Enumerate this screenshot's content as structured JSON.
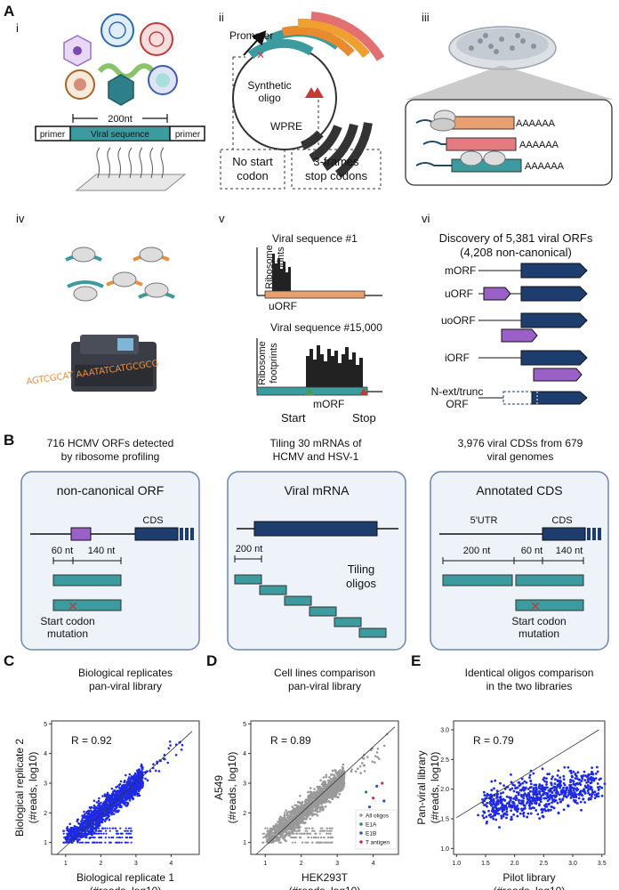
{
  "panelA": {
    "letter": "A",
    "sub": [
      "i",
      "ii",
      "iii",
      "iv",
      "v",
      "vi"
    ],
    "i": {
      "length": "200nt",
      "primer_left": "primer",
      "viral_sequence": "Viral sequence",
      "primer_right": "primer"
    },
    "ii": {
      "promoter": "Promoter",
      "synthetic_oligo": "Synthetic oligo",
      "wpre": "WPRE",
      "no_start": "No start codon",
      "stop_codons": "3-frames stop codons"
    },
    "iii": {
      "polyA": "AAAAAA"
    },
    "iv": {
      "dna_text": "AGTCGCAT AAATATCATGCGCG"
    },
    "v": {
      "seq1": "Viral sequence #1",
      "ylabel": "Ribosome footprints",
      "uorf": "uORF",
      "seq2": "Viral sequence #15,000",
      "morf": "mORF",
      "start": "Start",
      "stop": "Stop"
    },
    "vi": {
      "title_line1": "Discovery of 5,381 viral ORFs",
      "title_line2": "(4,208 non-canonical)",
      "orfs": [
        "mORF",
        "uORF",
        "uoORF",
        "iORF",
        "N-ext/trunc ORF"
      ]
    }
  },
  "panelB": {
    "letter": "B",
    "col1_header": [
      "716 HCMV ORFs detected",
      "by ribosome profiling"
    ],
    "col2_header": [
      "Tiling 30 mRNAs of",
      "HCMV and HSV-1"
    ],
    "col3_header": [
      "3,976 viral CDSs from 679",
      "viral genomes"
    ],
    "box1": {
      "title": "non-canonical ORF",
      "cds": "CDS",
      "nt60": "60 nt",
      "nt140": "140 nt",
      "mutation": [
        "Start codon",
        "mutation"
      ]
    },
    "box2": {
      "title": "Viral mRNA",
      "nt200": "200 nt",
      "tiling": [
        "Tiling",
        "oligos"
      ]
    },
    "box3": {
      "title": "Annotated CDS",
      "utr": "5'UTR",
      "cds": "CDS",
      "nt200": "200 nt",
      "nt60": "60 nt",
      "nt140": "140 nt",
      "mutation": [
        "Start codon",
        "mutation"
      ]
    }
  },
  "chart_data": [
    {
      "panel": "C",
      "type": "scatter",
      "title": [
        "Biological replicates",
        "pan-viral library"
      ],
      "xlabel": [
        "Biological replicate 1",
        "(#reads, log10)"
      ],
      "ylabel": [
        "Biological replicate 2",
        "(#reads, log10)"
      ],
      "annotation": "R = 0.92",
      "xlim": [
        0.6,
        4.8
      ],
      "ylim": [
        0.6,
        5.1
      ],
      "xticks": [
        1,
        2,
        3,
        4
      ],
      "yticks": [
        1,
        2,
        3,
        4,
        5
      ],
      "color": "#1f2be0",
      "fit": [
        [
          0.75,
          0.6
        ],
        [
          4.6,
          4.75
        ]
      ]
    },
    {
      "panel": "D",
      "type": "scatter",
      "title": [
        "Cell lines comparison",
        "pan-viral library"
      ],
      "xlabel": [
        "HEK293T",
        "(#reads, log10)"
      ],
      "ylabel": [
        "A549",
        "(#reads, log10)"
      ],
      "annotation": "R = 0.89",
      "xlim": [
        0.6,
        4.7
      ],
      "ylim": [
        0.6,
        5.1
      ],
      "xticks": [
        1,
        2,
        3,
        4
      ],
      "yticks": [
        1,
        2,
        3,
        4,
        5
      ],
      "color": "#999999",
      "fit": [
        [
          0.75,
          0.6
        ],
        [
          4.6,
          4.9
        ]
      ],
      "legend": [
        "All oligos",
        "E1A",
        "E1B",
        "T antigen"
      ],
      "legend_colors": [
        "#999999",
        "#2e8b57",
        "#3050c0",
        "#c0304a"
      ],
      "legend_position": "bottom-right"
    },
    {
      "panel": "E",
      "type": "scatter",
      "title": [
        "Identical oligos comparison",
        "in the two libraries"
      ],
      "xlabel": [
        "Pilot library",
        "(#reads, log10)"
      ],
      "ylabel": [
        "Pan-viral library",
        "(#reads, log10)"
      ],
      "annotation": "R = 0.79",
      "xlim": [
        0.95,
        3.55
      ],
      "ylim": [
        0.9,
        3.15
      ],
      "xticks": [
        1.0,
        1.5,
        2.0,
        2.5,
        3.0,
        3.5
      ],
      "yticks": [
        1.0,
        1.5,
        2.0,
        2.5,
        3.0
      ],
      "color": "#1f2be0",
      "fit": [
        [
          1.0,
          1.52
        ],
        [
          3.45,
          3.0
        ]
      ]
    }
  ]
}
